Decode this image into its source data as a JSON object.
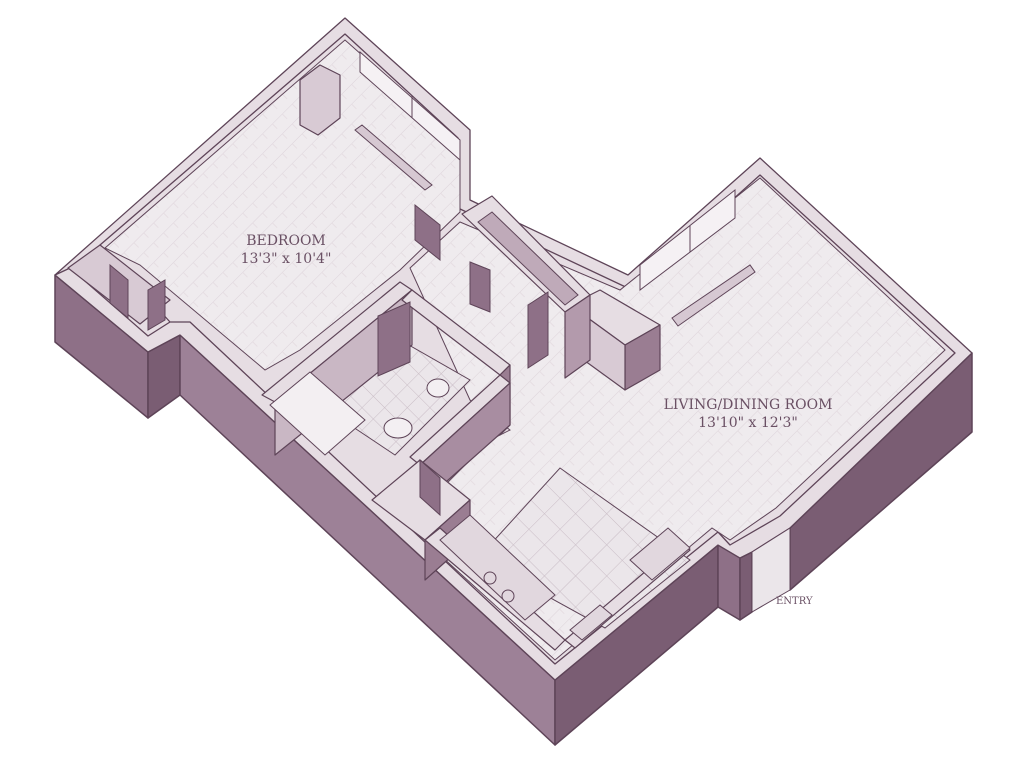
{
  "plan": {
    "rooms": [
      {
        "name": "BEDROOM",
        "dims": "13'3\" x 10'4\""
      },
      {
        "name": "LIVING/DINING ROOM",
        "dims": "13'10\" x 12'3\""
      }
    ],
    "entry_label": "ENTRY"
  },
  "colors": {
    "wall_top": "#e6dde3",
    "wall_dark": "#7a5d73",
    "wall_side": "#9a7d92",
    "wall_light": "#c9b7c4",
    "floor": "#efebee",
    "floor_line": "#ddd3da",
    "tile": "#e3dde1",
    "outline": "#5e4458"
  }
}
